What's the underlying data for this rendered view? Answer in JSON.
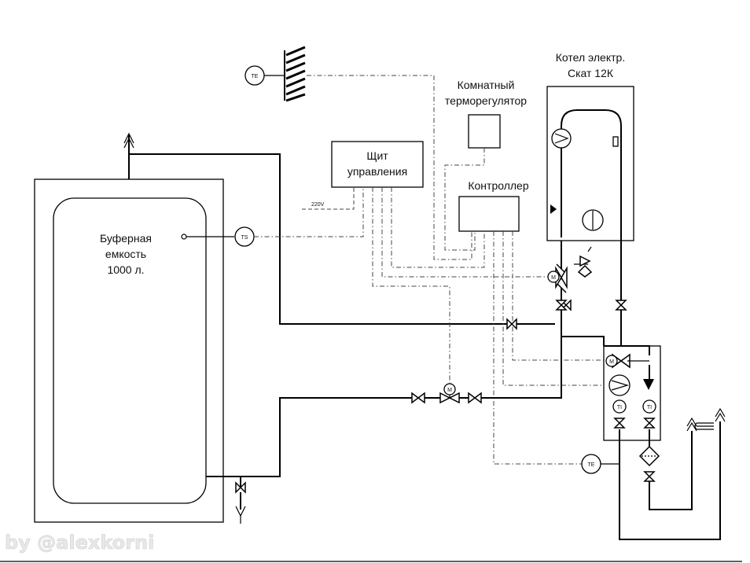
{
  "labels": {
    "buffer_line1": "Буферная",
    "buffer_line2": "емкость",
    "buffer_line3": "1000 л.",
    "panel_line1": "Щит",
    "panel_line2": "управления",
    "controller": "Контроллер",
    "thermostat_line1": "Комнатный",
    "thermostat_line2": "терморегулятор",
    "boiler_line1": "Котел электр.",
    "boiler_line2": "Скат 12К",
    "power": "220V"
  },
  "sensors": {
    "outdoor": "TE",
    "buffer": "TS",
    "flow": "TE"
  },
  "actuator_symbols": {
    "motor": "M",
    "thermometer": "TI"
  },
  "watermark": "by @alexkorni"
}
